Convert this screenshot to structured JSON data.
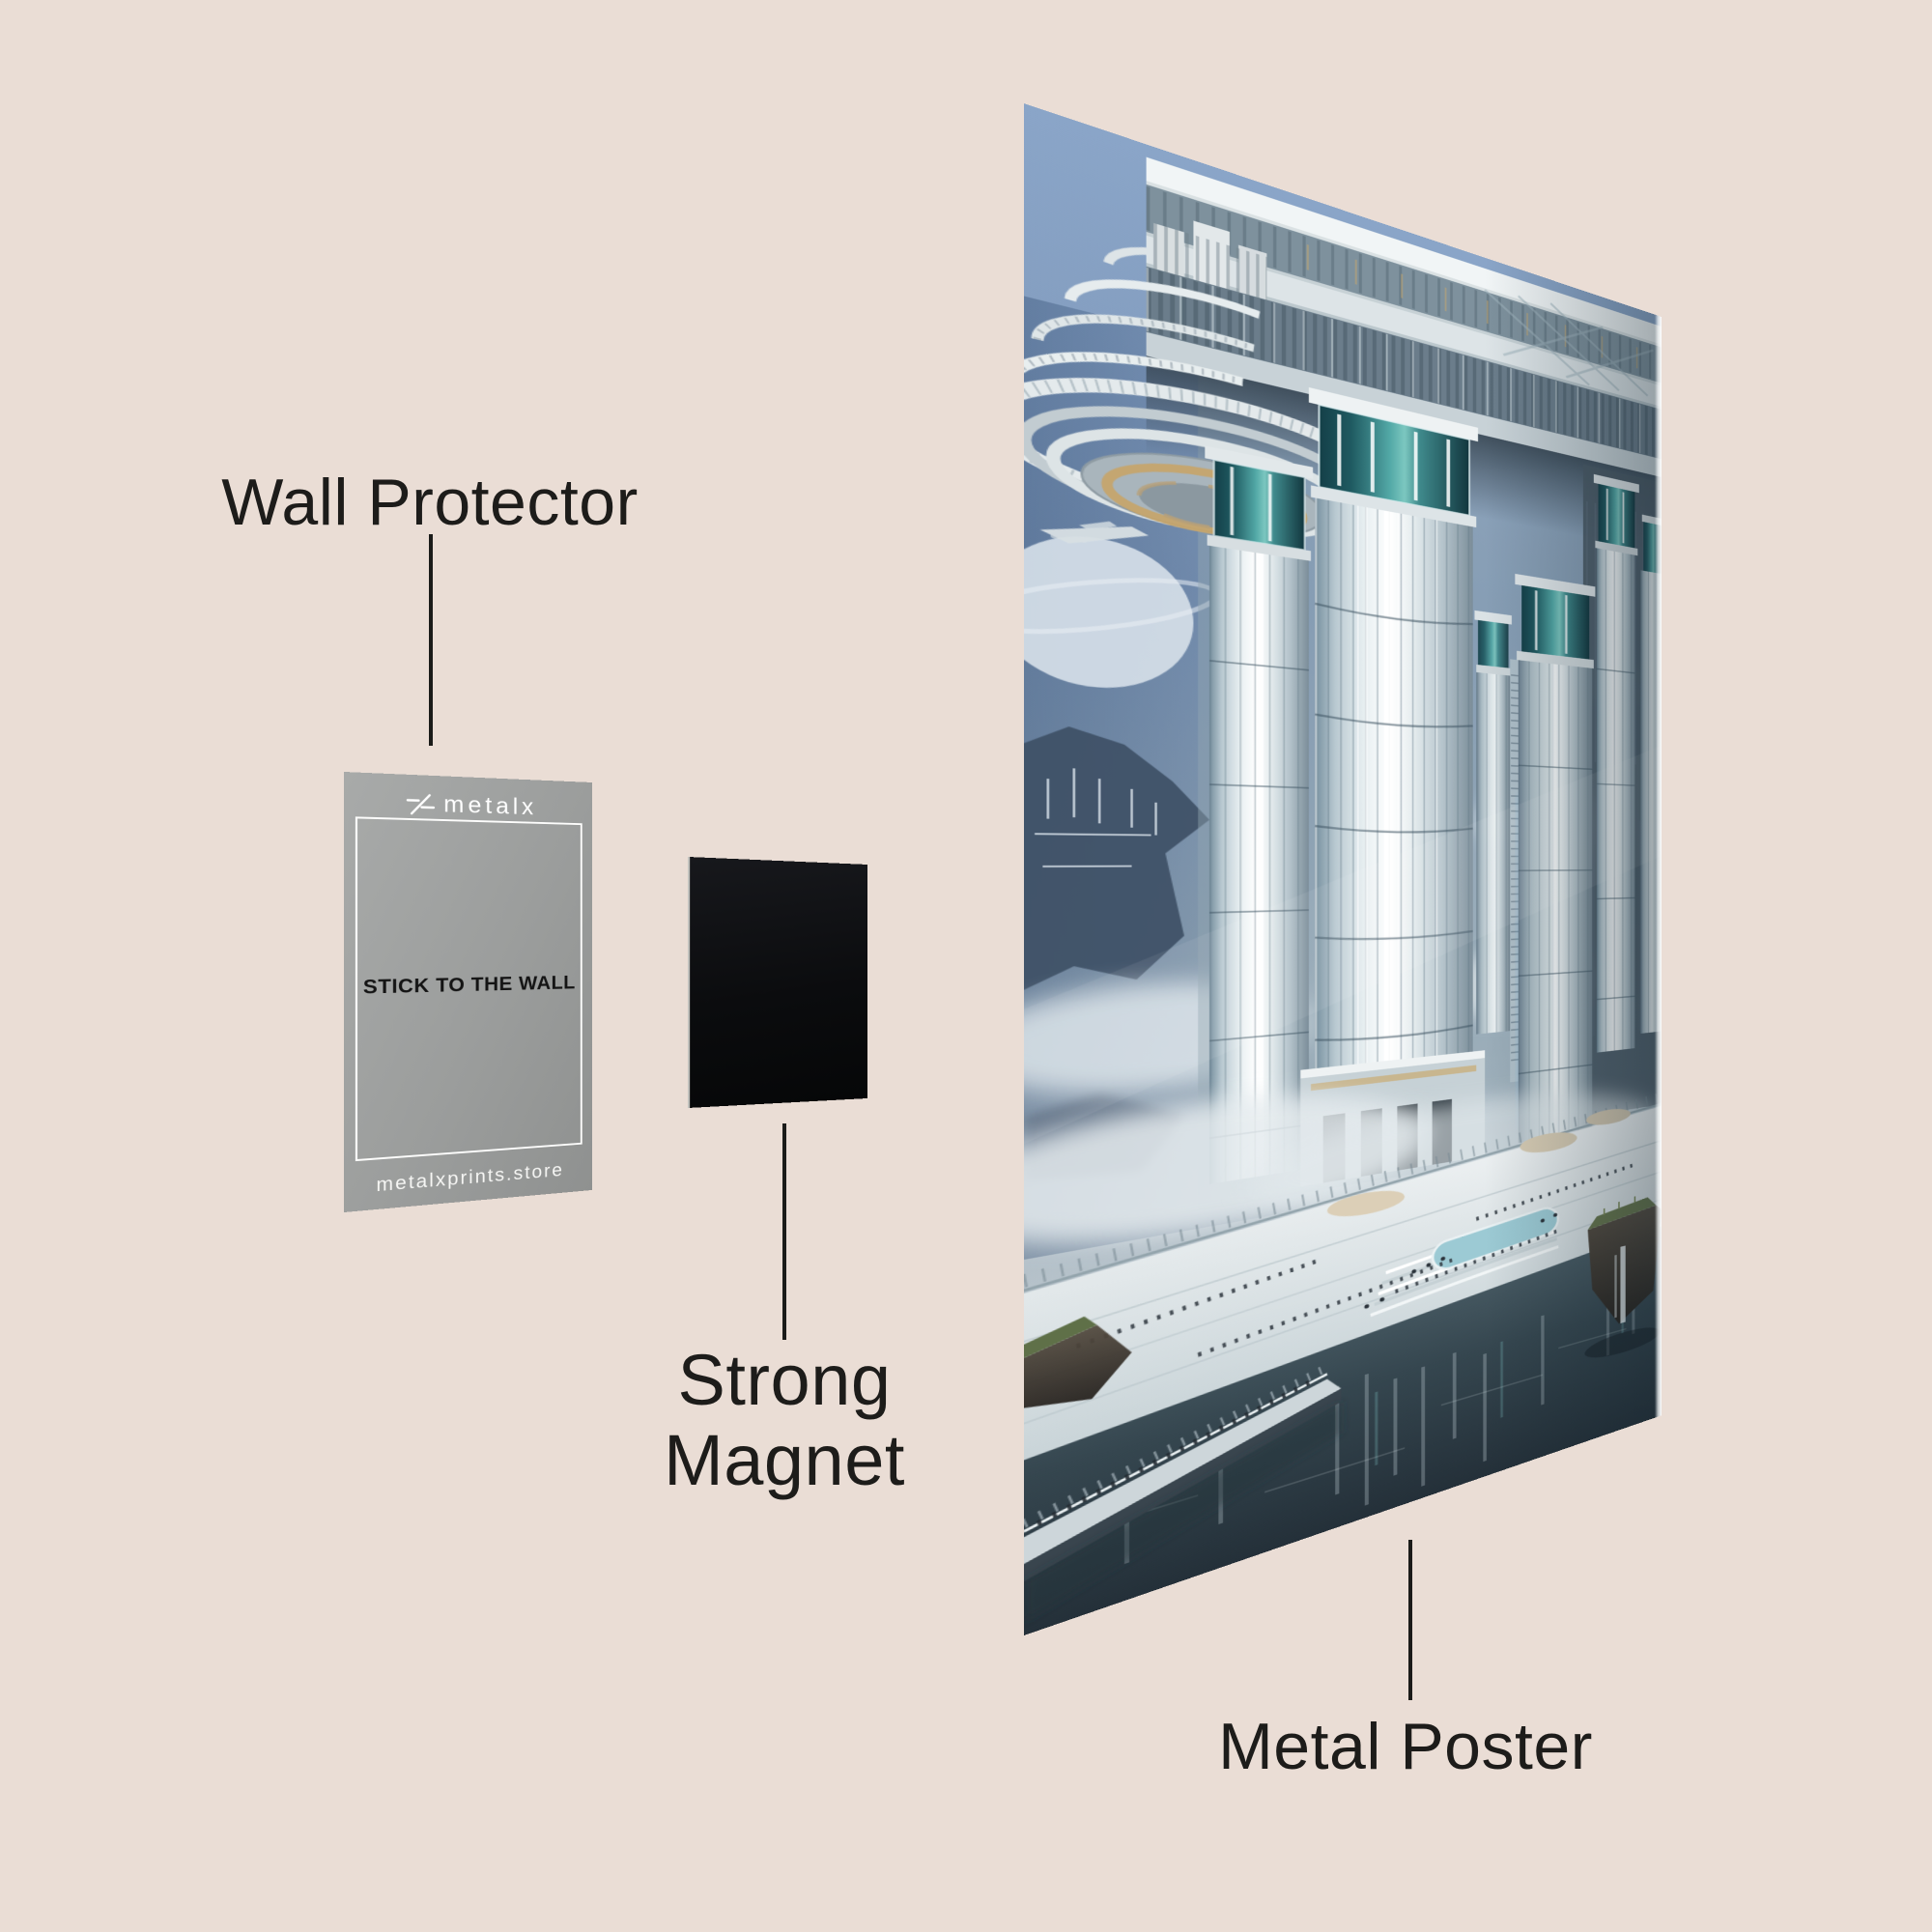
{
  "page": {
    "background_color": "#eaddd5",
    "label_color": "#1d1c1a"
  },
  "annotations": {
    "wall_protector": {
      "label": "Wall Protector"
    },
    "strong_magnet": {
      "line1": "Strong",
      "line2": "Magnet"
    },
    "metal_poster": {
      "label": "Metal Poster"
    }
  },
  "wall_protector_card": {
    "brand": "metalx",
    "center_text": "STICK TO THE WALL",
    "footer_text": "metalxprints.store",
    "base_color": "#9b9d9c"
  },
  "magnet": {
    "base_color": "#0b0c0e"
  },
  "poster": {
    "artwork_alt": "Futuristic city artwork: colossal silver columns with teal glass capitals supporting a vast canopy, spiral tiered structure, waterfront plaza with crowds, dark teal water with floating rocks",
    "edge_highlight_color": "#f4f7f7",
    "accent_glass_color": "#2f7d82",
    "water_color": "#2c3a44"
  }
}
